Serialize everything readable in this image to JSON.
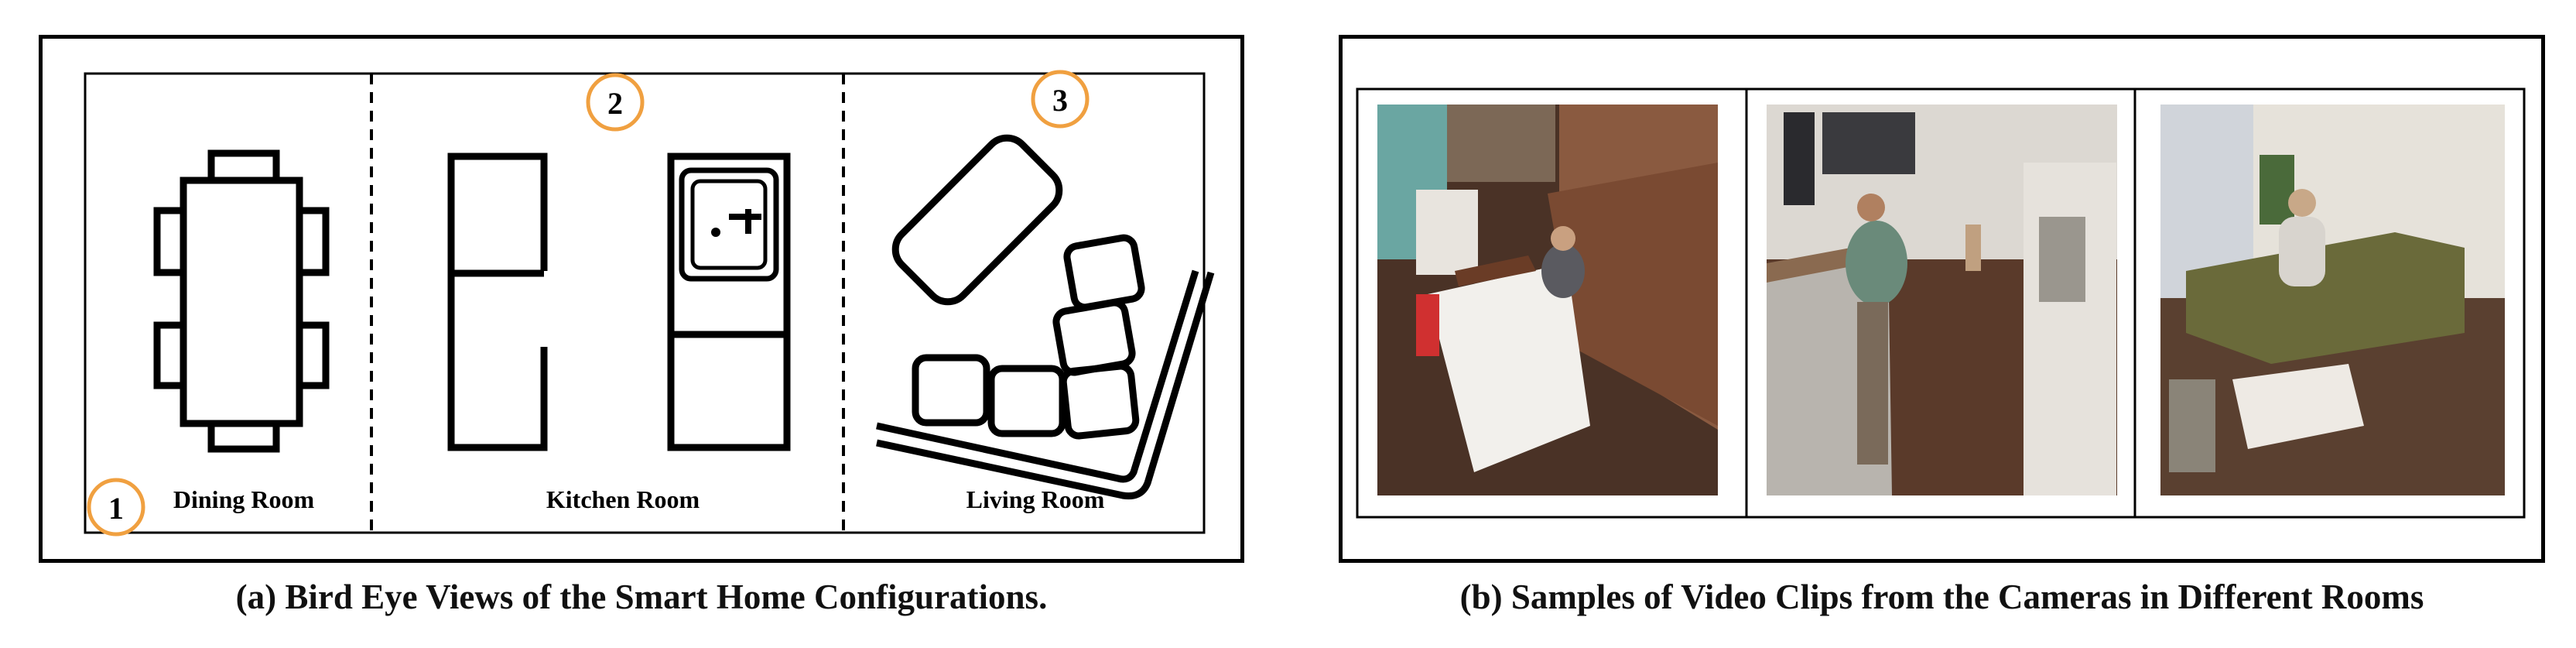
{
  "panel_a": {
    "caption": "(a) Bird Eye Views of the Smart Home Configurations.",
    "rooms": [
      {
        "number": "1",
        "label": "Dining Room"
      },
      {
        "number": "2",
        "label": "Kitchen Room"
      },
      {
        "number": "3",
        "label": "Living Room"
      }
    ]
  },
  "panel_b": {
    "caption": "(b) Samples of Video Clips from the Cameras in Different Rooms"
  },
  "colors": {
    "marker_ring": "#f0a040",
    "line": "#000000",
    "wood_floor": "#5a3a2a",
    "wall": "#d8d0c6"
  }
}
